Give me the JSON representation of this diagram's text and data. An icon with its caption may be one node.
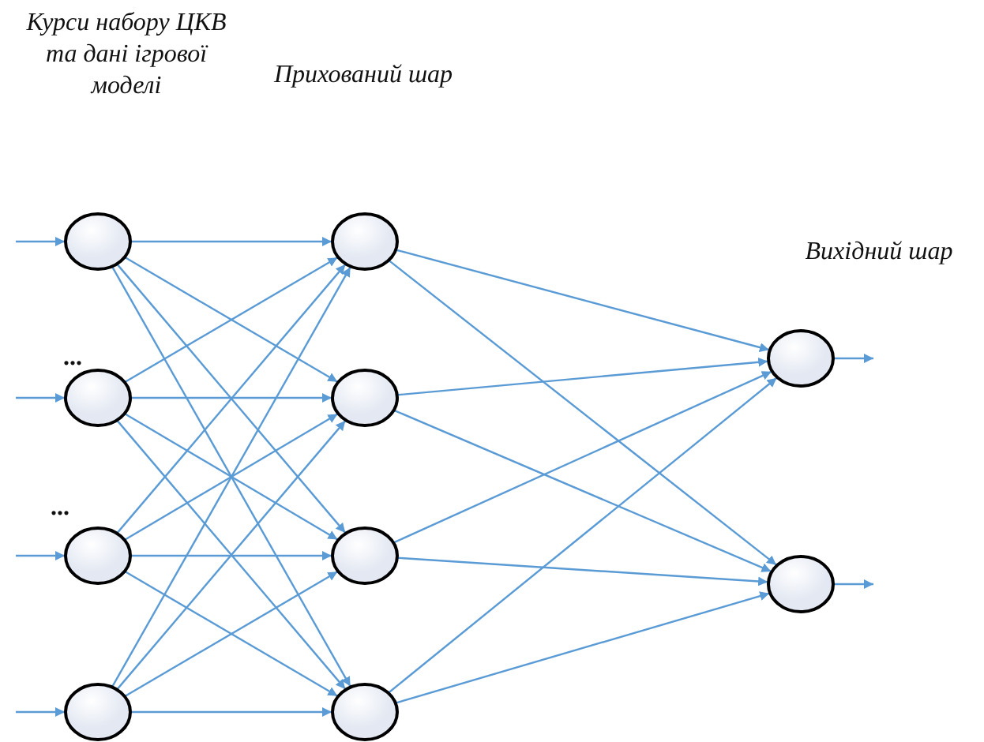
{
  "diagram": {
    "nodes": [
      {
        "text": [],
        "shape": "circle"
      },
      {
        "text": [],
        "shape": "circle"
      },
      {
        "text": [],
        "shape": "circle"
      },
      {
        "text": [],
        "shape": "circle"
      },
      {
        "text": [],
        "shape": "circle"
      },
      {
        "text": [],
        "shape": "circle"
      },
      {
        "text": [],
        "shape": "circle"
      },
      {
        "text": [],
        "shape": "circle"
      },
      {
        "text": [],
        "shape": "circle"
      },
      {
        "text": [],
        "shape": "circle"
      }
    ],
    "edges": [
      {
        "from": null,
        "to": 0,
        "arrow": "to"
      },
      {
        "from": null,
        "to": 1,
        "arrow": "to"
      },
      {
        "from": null,
        "to": 2,
        "arrow": "to"
      },
      {
        "from": null,
        "to": 3,
        "arrow": "to"
      },
      {
        "from": 0,
        "to": 4,
        "arrow": "to"
      },
      {
        "from": 0,
        "to": 5,
        "arrow": "to"
      },
      {
        "from": 0,
        "to": 6,
        "arrow": "to"
      },
      {
        "from": 0,
        "to": 7,
        "arrow": "to"
      },
      {
        "from": 1,
        "to": 4,
        "arrow": "to"
      },
      {
        "from": 1,
        "to": 5,
        "arrow": "to"
      },
      {
        "from": 1,
        "to": 6,
        "arrow": "to"
      },
      {
        "from": 1,
        "to": 7,
        "arrow": "to"
      },
      {
        "from": 2,
        "to": 4,
        "arrow": "to"
      },
      {
        "from": 2,
        "to": 5,
        "arrow": "to"
      },
      {
        "from": 2,
        "to": 6,
        "arrow": "to"
      },
      {
        "from": 2,
        "to": 7,
        "arrow": "to"
      },
      {
        "from": 3,
        "to": 4,
        "arrow": "to"
      },
      {
        "from": 3,
        "to": 5,
        "arrow": "to"
      },
      {
        "from": 3,
        "to": 6,
        "arrow": "to"
      },
      {
        "from": 3,
        "to": 7,
        "arrow": "to"
      },
      {
        "from": 4,
        "to": 8,
        "arrow": "to"
      },
      {
        "from": 4,
        "to": 9,
        "arrow": "to"
      },
      {
        "from": 5,
        "to": 8,
        "arrow": "to"
      },
      {
        "from": 5,
        "to": 9,
        "arrow": "to"
      },
      {
        "from": 6,
        "to": 8,
        "arrow": "to"
      },
      {
        "from": 6,
        "to": 9,
        "arrow": "to"
      },
      {
        "from": 7,
        "to": 8,
        "arrow": "to"
      },
      {
        "from": 7,
        "to": 9,
        "arrow": "to"
      },
      {
        "from": 8,
        "to": null,
        "arrow": "to"
      },
      {
        "from": 9,
        "to": null,
        "arrow": "to"
      }
    ],
    "labels": [
      "Курси набору ЦКВ та дані ігрової моделі",
      "Прихований шар",
      "Вихідний шар",
      "...",
      "..."
    ]
  }
}
